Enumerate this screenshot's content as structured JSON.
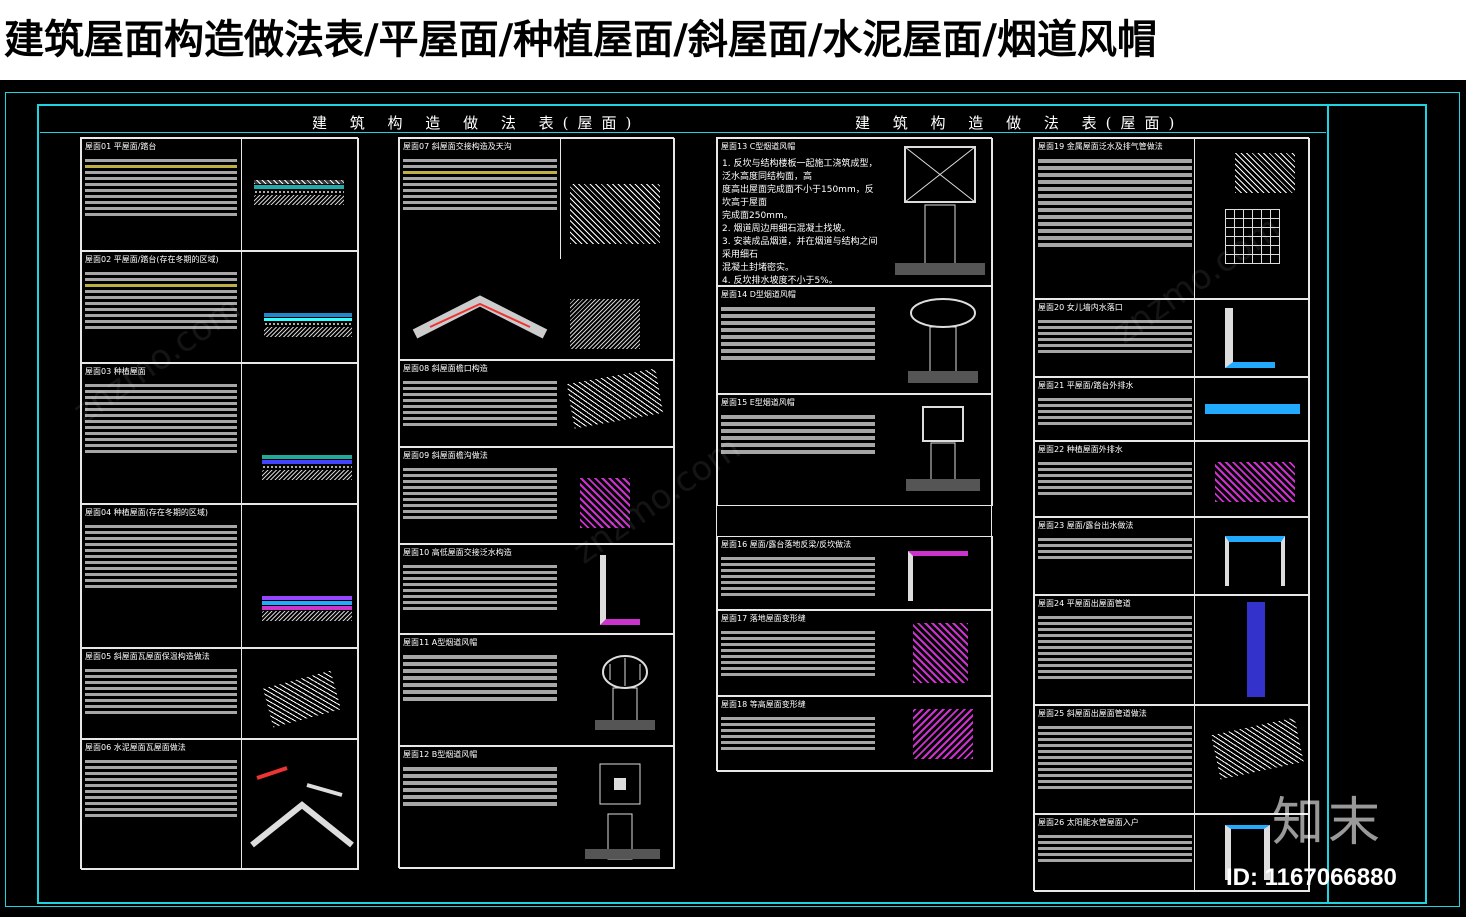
{
  "page_title": "建筑屋面构造做法表/平屋面/种植屋面/斜屋面/水泥屋面/烟道风帽",
  "sheet_left_title": "建 筑 构 造 做 法 表(屋面)",
  "sheet_right_title": "建 筑 构 造 做 法 表(屋面)",
  "columns": [
    {
      "panels": [
        {
          "label": "屋面01  平屋面/踏台"
        },
        {
          "label": "屋面02  平屋面/踏台(存在冬期的区域)"
        },
        {
          "label": "屋面03  种植屋面"
        },
        {
          "label": "屋面04  种植屋面(存在冬期的区域)"
        },
        {
          "label": "屋面05  斜屋面瓦屋面保温构造做法"
        },
        {
          "label": "屋面06  水泥屋面瓦屋面做法"
        }
      ]
    },
    {
      "panels": [
        {
          "label": "屋面07  斜屋面交接构造及天沟"
        },
        {
          "label": "屋面08  斜屋面檐口构造"
        },
        {
          "label": "屋面09  斜屋面檐沟做法"
        },
        {
          "label": "屋面10  高低屋面交接泛水构造"
        },
        {
          "label": "屋面11  A型烟道风帽"
        },
        {
          "label": "屋面12  B型烟道风帽"
        }
      ]
    },
    {
      "panels": [
        {
          "label": "屋面13  C型烟道风帽"
        },
        {
          "label": "屋面14  D型烟道风帽"
        },
        {
          "label": "屋面15  E型烟道风帽"
        },
        {
          "label": "屋面16  屋面/露台落地反梁/反坎做法"
        },
        {
          "label": "屋面17  落地屋面变形缝"
        },
        {
          "label": "屋面18  等高屋面变形缝"
        }
      ]
    },
    {
      "panels": [
        {
          "label": "屋面19  金属屋面泛水及排气管做法"
        },
        {
          "label": "屋面20  女儿墙内水落口"
        },
        {
          "label": "屋面21  平屋面/踏台外排水"
        },
        {
          "label": "屋面22  种植屋面外排水"
        },
        {
          "label": "屋面23  屋面/露台出水做法"
        },
        {
          "label": "屋面24  平屋面出屋面管道"
        },
        {
          "label": "屋面25  斜屋面出屋面管道做法"
        },
        {
          "label": "屋面26  太阳能水管屋面入户"
        }
      ]
    }
  ],
  "col3_text": {
    "p1": [
      "1. 反坎与结构楼板一起施工浇筑成型，泛水高度同结构面，高",
      "度高出屋面完成面不小于150mm，反坎高于屋面",
      "完成面250mm。",
      "2. 烟道周边用细石混凝土找坡。",
      "3. 安装成品烟道，并在烟道与结构之间采用细石",
      "混凝土封堵密实。",
      "4. 反坎排水坡度不小于5%。"
    ]
  },
  "watermark": {
    "logo": "知末",
    "id": "ID: 1167066880",
    "diag": "znzmo.com"
  },
  "colors": {
    "frame": "#1fd4e0",
    "background": "#000000"
  }
}
